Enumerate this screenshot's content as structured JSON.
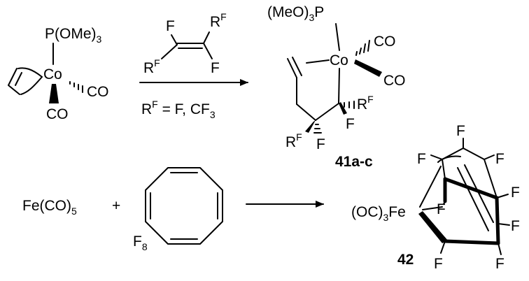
{
  "reaction1": {
    "reactant": {
      "phosphite": "P(OMe)",
      "phosphite_sub": "3",
      "metal": "Co",
      "co_right": "CO",
      "co_down": "CO"
    },
    "reagent": {
      "f_left": "F",
      "rf_right": "R",
      "rf_right_sup": "F",
      "rf_left": "R",
      "rf_left_sup": "F",
      "f_right": "F"
    },
    "condition": {
      "r": "R",
      "r_sup": "F",
      "rest": " = F, CF",
      "rest_sub": "3"
    },
    "product": {
      "phosphite": "(MeO)",
      "phosphite_sub": "3",
      "phosphite_p": "P",
      "metal": "Co",
      "co_up": "CO",
      "co_down": "CO",
      "rf_right": "R",
      "rf_right_sup": "F",
      "f_right": "F",
      "rf_left": "R",
      "rf_left_sup": "F",
      "f_left": "F",
      "label": "41a-c"
    }
  },
  "reaction2": {
    "reactant1": {
      "text": "Fe(CO)",
      "sub": "5"
    },
    "plus": "+",
    "reactant2": {
      "f": "F",
      "f_sub": "8"
    },
    "product": {
      "fe_group": "(OC)",
      "fe_sub": "3",
      "fe_metal": "Fe",
      "fluorines": [
        "F",
        "F",
        "F",
        "F",
        "F",
        "F",
        "F",
        "F"
      ],
      "label": "42"
    }
  }
}
